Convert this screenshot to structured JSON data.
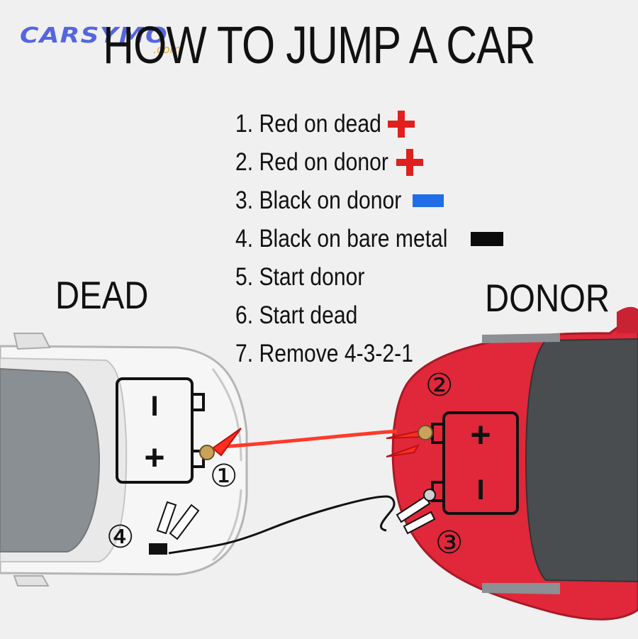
{
  "brand": {
    "name": "CARSYMO",
    "tld": ".com"
  },
  "title": "HOW TO JUMP A CAR",
  "steps": [
    {
      "text": "1. Red on dead",
      "marker": "red-plus"
    },
    {
      "text": "2. Red on donor",
      "marker": "red-plus"
    },
    {
      "text": "3. Black on donor",
      "marker": "blue-bar"
    },
    {
      "text": "4. Black on bare metal",
      "marker": "black-bar"
    },
    {
      "text": "5. Start donor",
      "marker": ""
    },
    {
      "text": "6. Start dead",
      "marker": ""
    },
    {
      "text": "7. Remove 4-3-2-1",
      "marker": ""
    }
  ],
  "labels": {
    "dead": "DEAD",
    "donor": "DONOR"
  },
  "battery": {
    "dead_top": "I",
    "dead_bottom": "+",
    "donor_top": "+",
    "donor_bottom": "I"
  },
  "markers": {
    "m1": "①",
    "m2": "②",
    "m3": "③",
    "m4": "④"
  },
  "colors": {
    "background": "#f0f0f0",
    "dead_car": "#f4f4f4",
    "donor_car": "#e0283a",
    "red_cable": "#ff3a2a",
    "black_cable": "#111111",
    "plus_red": "#e0201c",
    "minus_blue": "#1f6ee8"
  }
}
